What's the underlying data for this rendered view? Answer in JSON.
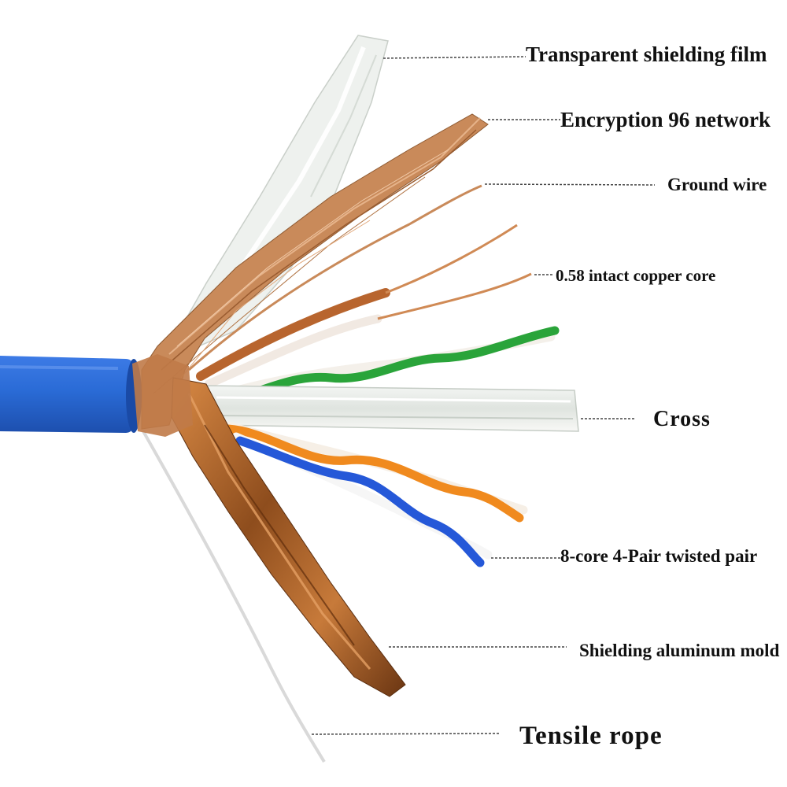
{
  "labels": {
    "transparent_film": "Transparent shielding film",
    "braid_network": "Encryption 96 network",
    "ground_wire": "Ground wire",
    "copper_core": "0.58 intact copper core",
    "cross": "Cross",
    "twisted_pair": "8-core 4-Pair twisted pair",
    "aluminum_mold": "Shielding aluminum mold",
    "tensile_rope": "Tensile rope"
  },
  "colors": {
    "jacket": "#2a6bd6",
    "copper": "#c98a5a",
    "foil": "#a8652c",
    "green": "#2aa43a",
    "orange": "#f08a1e",
    "blue_pair": "#2558d8",
    "brown_pair": "#b8652e",
    "leader_line": "#444444"
  }
}
